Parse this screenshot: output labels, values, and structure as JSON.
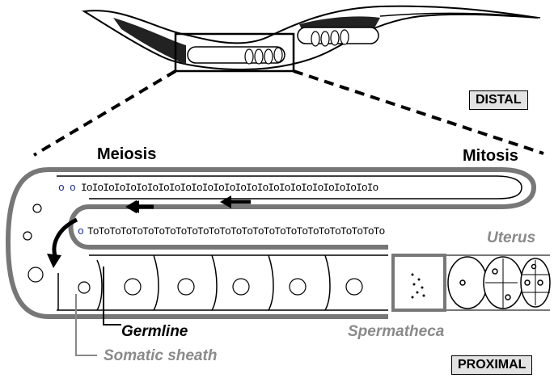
{
  "labels": {
    "meiosis": "Meiosis",
    "mitosis": "Mitosis",
    "distal": "DISTAL",
    "proximal": "PROXIMAL",
    "uterus": "Uterus",
    "germline": "Germline",
    "spermatheca": "Spermatheca",
    "somatic_sheath": "Somatic sheath"
  },
  "colors": {
    "outline": "#000000",
    "sheath": "#777777",
    "label_box": "#e2e2e2",
    "gray_label": "#8a8a8a",
    "early_meiotic_nuclei": "#1a2a9a"
  },
  "icons": {
    "arrow": "progression-arrow-icon",
    "worm": "worm-body-illustration"
  }
}
